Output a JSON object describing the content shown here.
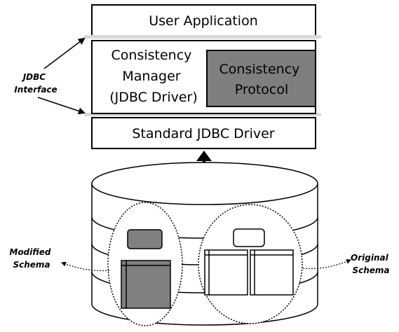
{
  "stack": {
    "user_application": "User Application",
    "consistency_manager": [
      "Consistency",
      "Manager",
      "(JDBC Driver)"
    ],
    "consistency_protocol": [
      "Consistency",
      "Protocol"
    ],
    "standard_driver": "Standard JDBC Driver"
  },
  "labels": {
    "jdbc_interface": [
      "JDBC",
      "Interface"
    ],
    "modified_schema": [
      "Modified",
      "Schema"
    ],
    "original_schema": [
      "Original",
      "Schema"
    ]
  },
  "colors": {
    "protocol_fill": "#7f7f7f",
    "schema_fill": "#808080"
  }
}
